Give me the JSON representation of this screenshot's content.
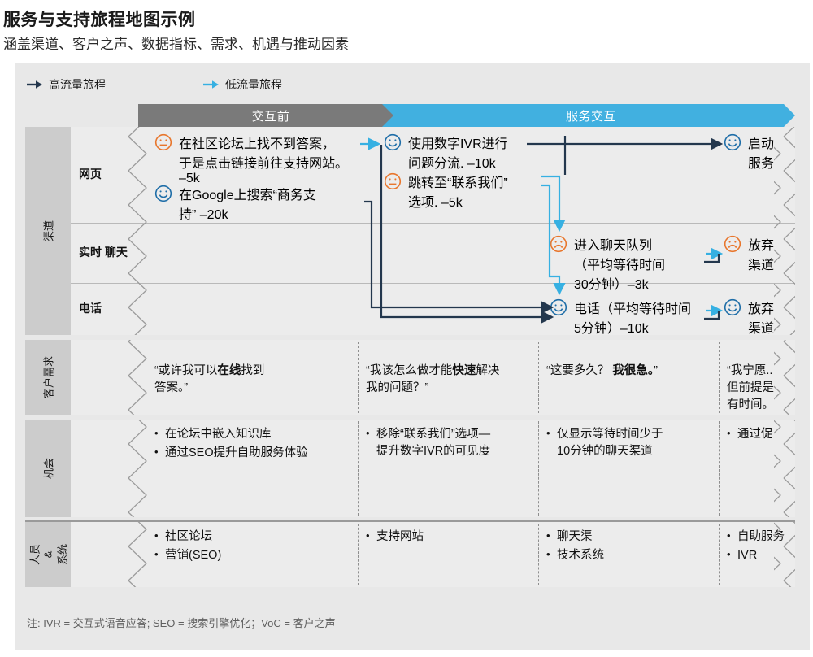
{
  "header": {
    "title": "服务与支持旅程地图示例",
    "subtitle": "涵盖渠道、客户之声、数据指标、需求、机遇与推动因素"
  },
  "legend": {
    "high_traffic": "高流量旅程",
    "low_traffic": "低流量旅程",
    "high_color": "#23374d",
    "low_color": "#36b0e2"
  },
  "phases": [
    {
      "label": "交互前",
      "color": "#7a7a7a"
    },
    {
      "label": "服务交互",
      "color": "#41b0e0"
    }
  ],
  "row_groups": [
    {
      "label": "渠道"
    },
    {
      "label": "客户需求"
    },
    {
      "label": "机会"
    },
    {
      "label": "人员 &\n系统"
    }
  ],
  "channels": [
    {
      "label": "网页"
    },
    {
      "label": "实时\n聊天"
    },
    {
      "label": "电话"
    }
  ],
  "channel_cells": {
    "web": {
      "col1": [
        {
          "face": "neutral",
          "color": "#e8762c",
          "text": "在社区论坛上找不到答案，\n于是点击链接前往支持网站。\n–5k"
        },
        {
          "face": "happy",
          "color": "#1f6ea8",
          "text": "在Google上搜索“商务支\n持” –20k"
        }
      ],
      "col2": [
        {
          "face": "happy",
          "color": "#1f6ea8",
          "text": "使用数字IVR进行\n问题分流. –10k"
        },
        {
          "face": "neutral",
          "color": "#e8762c",
          "text": "跳转至“联系我们”\n选项. –5k"
        }
      ],
      "col4": [
        {
          "face": "happy",
          "color": "#1f6ea8",
          "text": "启动\n服务"
        }
      ]
    },
    "chat": {
      "col3": [
        {
          "face": "sad",
          "color": "#e8762c",
          "text": "进入聊天队列\n  （平均等待时间\n30分钟）–3k"
        }
      ],
      "col4": [
        {
          "face": "sad",
          "color": "#e8762c",
          "text": "放弃\n渠道"
        }
      ]
    },
    "phone": {
      "col3": [
        {
          "face": "happy",
          "color": "#1f6ea8",
          "text": "电话（平均等待时间\n5分钟）–10k"
        }
      ],
      "col4": [
        {
          "face": "happy",
          "color": "#1f6ea8",
          "text": "放弃\n渠道"
        }
      ]
    }
  },
  "customer_needs": [
    {
      "pre": "“或许我可以",
      "bold": "在线",
      "post": "找到\n答案。”"
    },
    {
      "pre": "“我该怎么做才能",
      "bold": "快速",
      "post": "解决\n我的问题？”"
    },
    {
      "pre": "“这要多久？ ",
      "bold": "我很急。",
      "post": "”"
    },
    {
      "pre": "“我宁愿..\n但前提是\n有时间。",
      "bold": "",
      "post": ""
    }
  ],
  "opportunities": [
    [
      "在论坛中嵌入知识库",
      "通过SEO提升自助服务体验"
    ],
    [
      "移除“联系我们”选项—\n   提升数字IVR的可见度"
    ],
    [
      "仅显示等待时间少于\n   10分钟的聊天渠道"
    ],
    [
      "通过促"
    ]
  ],
  "people_systems": [
    [
      "社区论坛",
      "营销(SEO)"
    ],
    [
      "支持网站"
    ],
    [
      "聊天渠",
      "技术系统"
    ],
    [
      "自助服务",
      "IVR"
    ]
  ],
  "footnote": "注: IVR = 交互式语音应答; SEO = 搜索引擎优化；VoC = 客户之声"
}
